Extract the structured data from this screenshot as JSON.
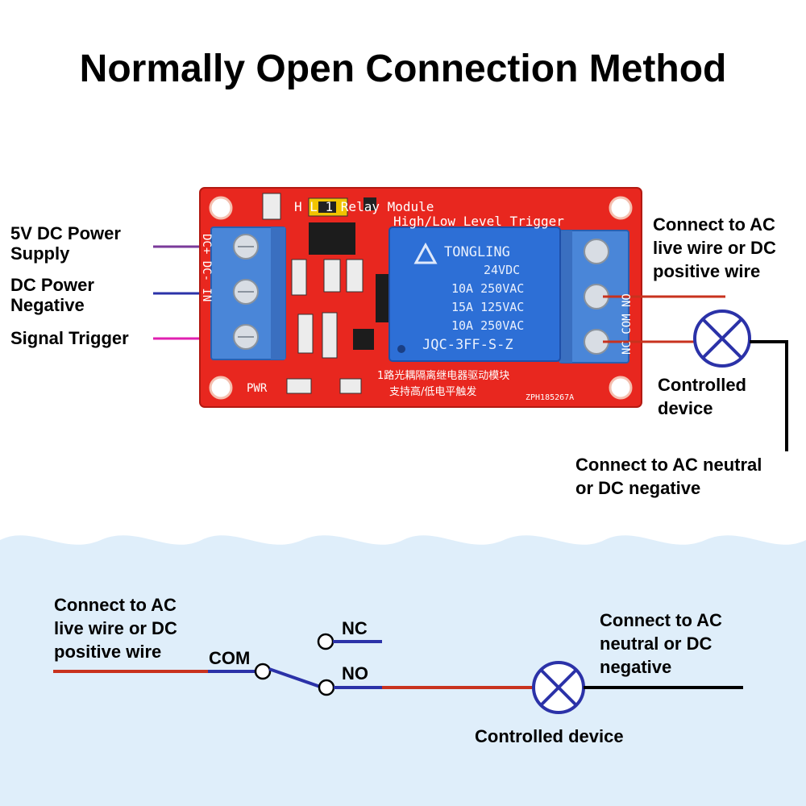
{
  "title": "Normally Open Connection Method",
  "colors": {
    "red": "#c8321e",
    "blue": "#2b32a8",
    "purple": "#7a3a9a",
    "magenta": "#e020b0",
    "black": "#000000",
    "board": "#e8271f",
    "relay": "#2d6fd6",
    "terminal": "#4a86d8",
    "wave_bg": "#dfeefa"
  },
  "top": {
    "left_labels": [
      "5V DC Power\nSupply",
      "DC Power\nNegative",
      "Signal Trigger"
    ],
    "right_label_top": "Connect to AC\nlive wire or DC\npositive wire",
    "device_label": "Controlled\ndevice",
    "right_label_bottom": "Connect to AC neutral\nor DC negative",
    "board": {
      "header": "H    L 1 Relay Module",
      "subheader": "High/Low Level Trigger",
      "left_pins": "DC+  DC-  IN",
      "right_pins": "NC  COM  NO",
      "pwr": "PWR",
      "cn_line1": "1路光耦隔离继电器驱动模块",
      "cn_line2": "支持高/低电平触发",
      "code": "ZPH185267A",
      "relay_brand": "TONGLING",
      "relay_lines": [
        "24VDC",
        "10A 250VAC",
        "15A 125VAC",
        "10A 250VAC",
        "JQC-3FF-S-Z"
      ]
    }
  },
  "bottom": {
    "left_label": "Connect to AC\nlive wire or DC\npositive wire",
    "com": "COM",
    "nc": "NC",
    "no": "NO",
    "right_label": "Connect to AC\nneutral or DC\nnegative",
    "device_label": "Controlled device"
  }
}
